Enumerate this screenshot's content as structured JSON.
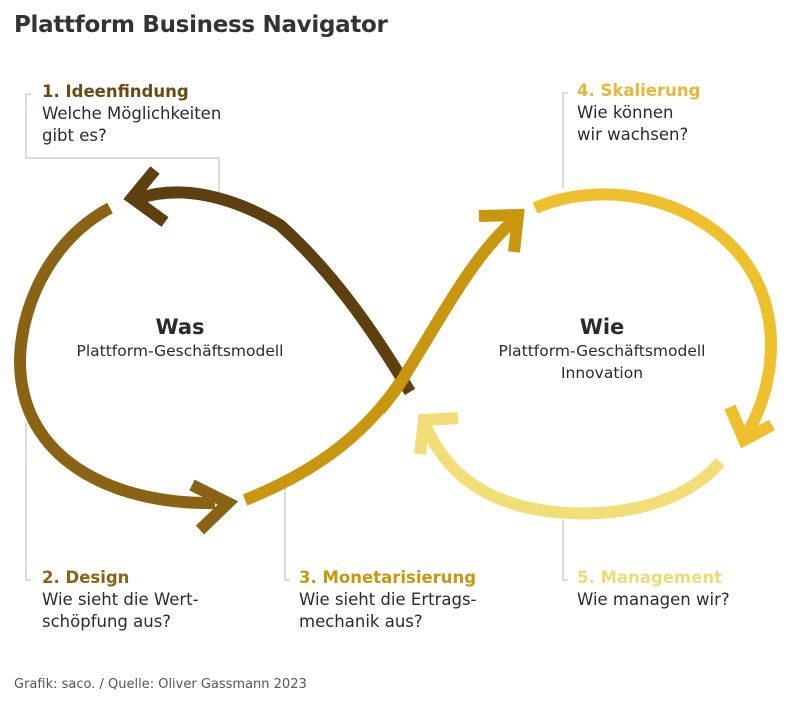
{
  "title": "Plattform Business Navigator",
  "colors": {
    "step1": "#5e3f10",
    "step2": "#8a6414",
    "step3": "#c9960f",
    "step4": "#eec02e",
    "step5": "#f1de78",
    "connector": "#c8c8c8",
    "text": "#2b2b2b"
  },
  "steps": [
    {
      "heading": "1. Ideenfindung",
      "line1": "Welche Möglichkeiten",
      "line2": "gibt es?"
    },
    {
      "heading": "2. Design",
      "line1": "Wie sieht die Wert-",
      "line2": "schöpfung aus?"
    },
    {
      "heading": "3. Monetarisierung",
      "line1": "Wie sieht die Ertrags-",
      "line2": "mechanik aus?"
    },
    {
      "heading": "4. Skalierung",
      "line1": "Wie können",
      "line2": "wir wachsen?"
    },
    {
      "heading": "5. Management",
      "line1": "Wie managen wir?"
    }
  ],
  "centers": {
    "was": {
      "title": "Was",
      "subtitle": "Plattform-Geschäftsmodell"
    },
    "wie": {
      "title": "Wie",
      "subtitle": "Plattform-Geschäftsmodell",
      "subtitle2": "Innovation"
    }
  },
  "credit": "Grafik: saco. / Quelle: Oliver Gassmann 2023"
}
